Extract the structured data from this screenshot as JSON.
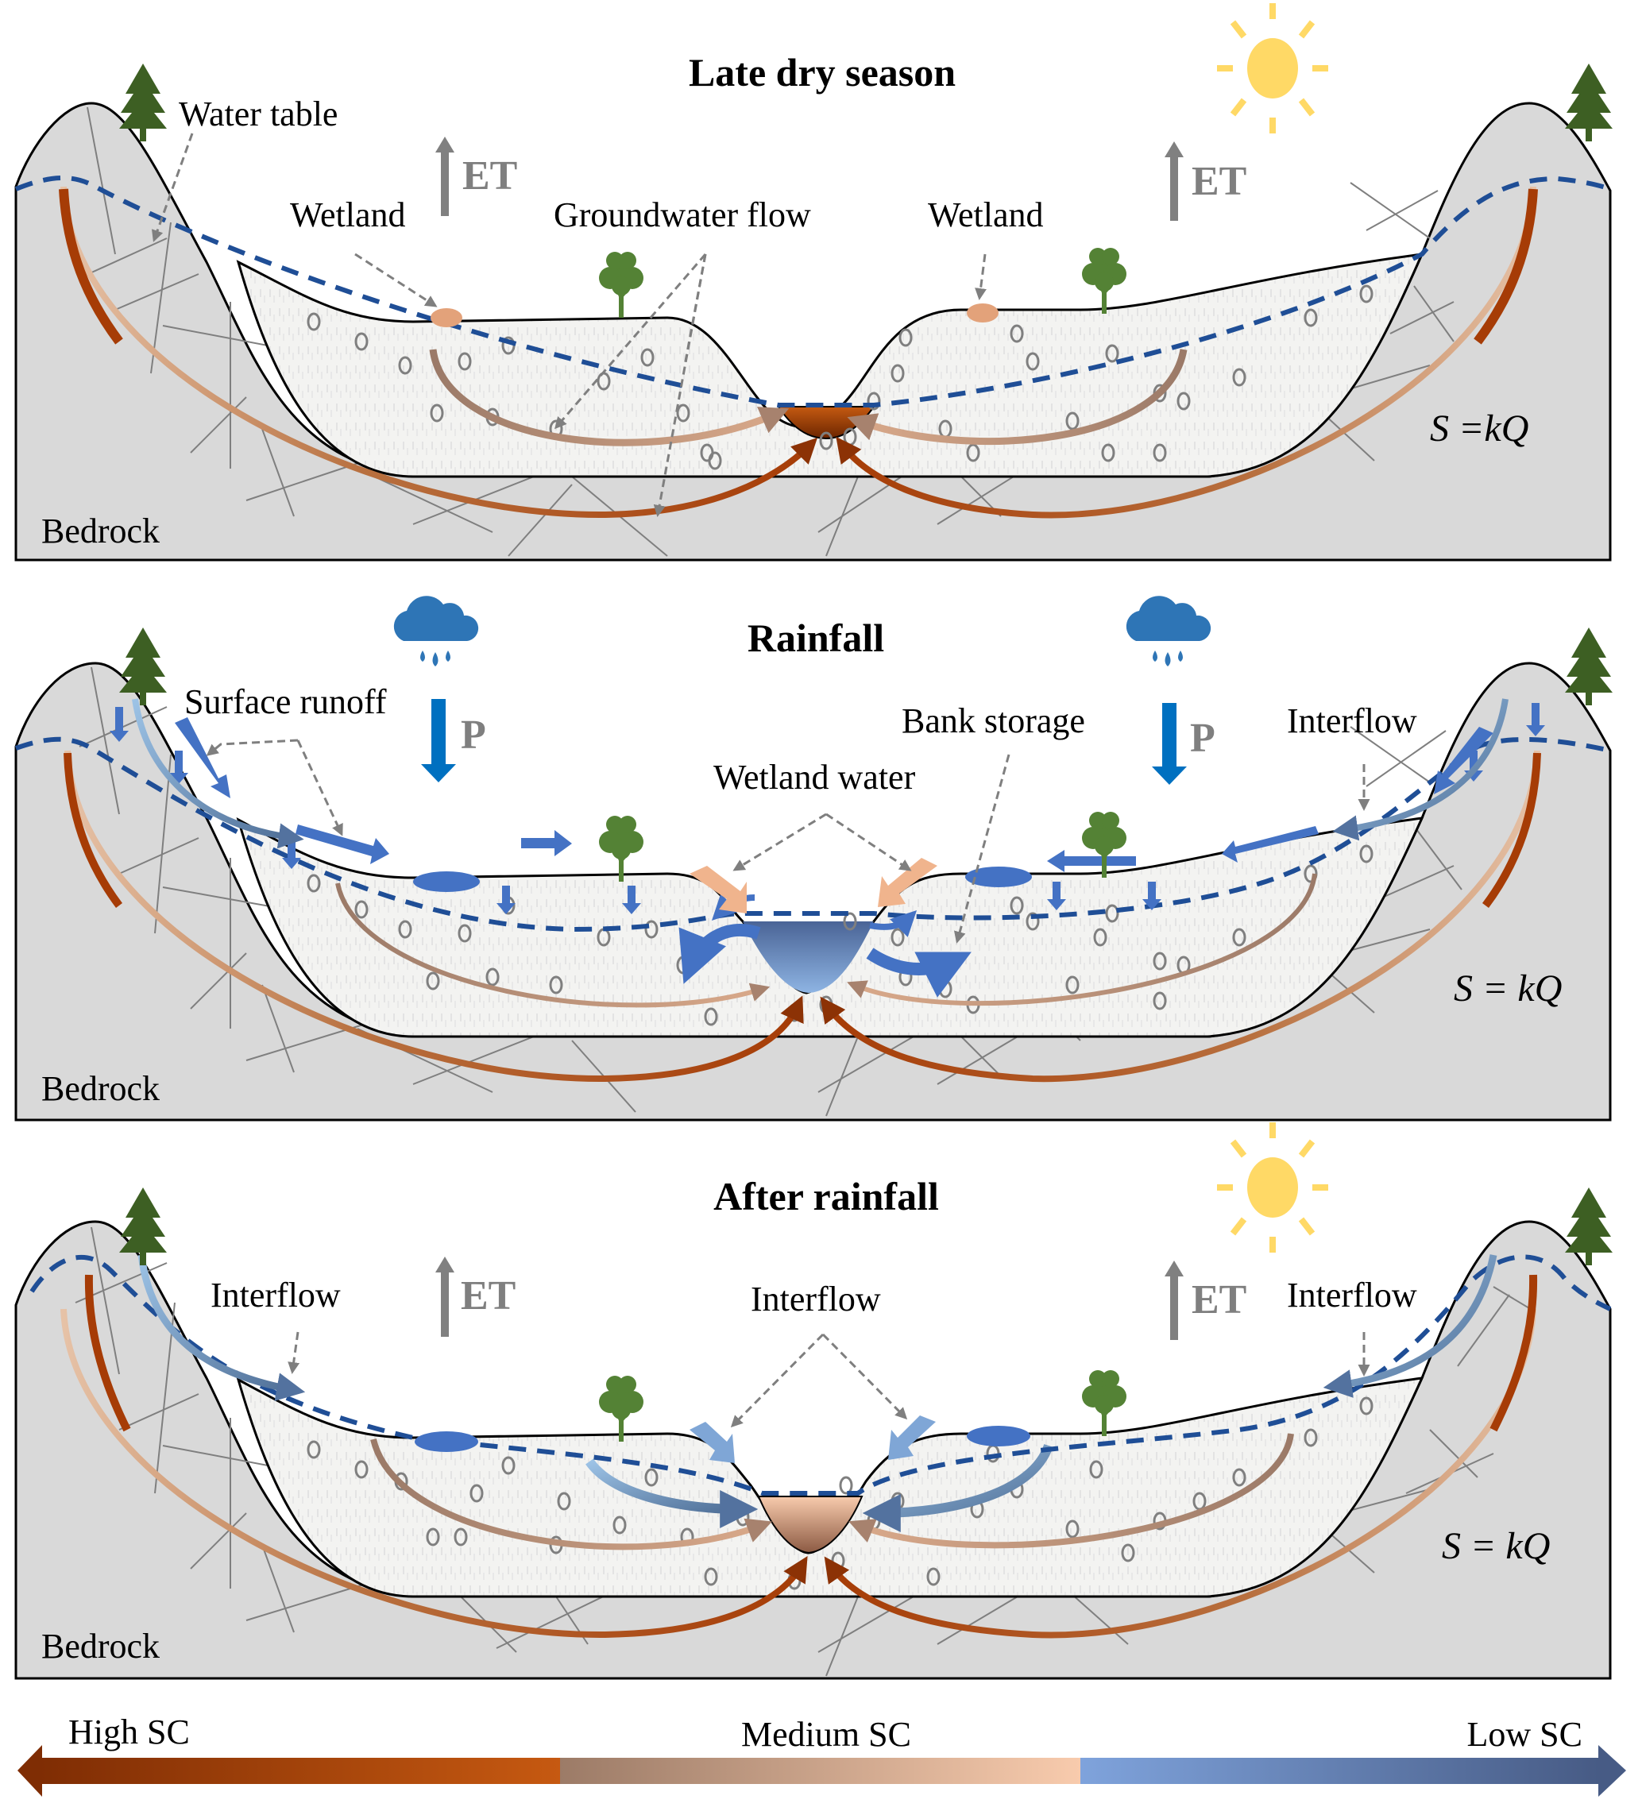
{
  "colors": {
    "bedrock": "#d9d9d9",
    "soil": "#f2f2f0",
    "water_table": "#1f4e96",
    "high_sc": "#a63c06",
    "medium_sc": "#e8b492",
    "low_sc": "#4472c4",
    "tree_conifer": "#3d5f23",
    "tree_broadleaf": "#548235",
    "sun": "#ffd966",
    "rain": "#2e75b6",
    "et_arrow": "#808080"
  },
  "panels": [
    {
      "title": "Late dry season",
      "weather_icon": "sun-icon",
      "labels": {
        "water_table": "Water table",
        "wetland_left": "Wetland",
        "wetland_right": "Wetland",
        "groundwater_flow": "Groundwater flow",
        "et_left": "ET",
        "et_right": "ET",
        "bedrock": "Bedrock",
        "equation": "S =kQ"
      }
    },
    {
      "title": "Rainfall",
      "weather_icon": "rain-cloud-icon",
      "labels": {
        "surface_runoff": "Surface runoff",
        "p_left": "P",
        "p_right": "P",
        "bank_storage": "Bank storage",
        "wetland_water": "Wetland water",
        "interflow": "Interflow",
        "bedrock": "Bedrock",
        "equation": "S = kQ"
      }
    },
    {
      "title": "After rainfall",
      "weather_icon": "sun-icon",
      "labels": {
        "interflow_left": "Interflow",
        "interflow_center": "Interflow",
        "interflow_right": "Interflow",
        "et_left": "ET",
        "et_right": "ET",
        "bedrock": "Bedrock",
        "equation": "S = kQ"
      }
    }
  ],
  "legend": {
    "high": "High SC",
    "medium": "Medium SC",
    "low": "Low SC"
  }
}
